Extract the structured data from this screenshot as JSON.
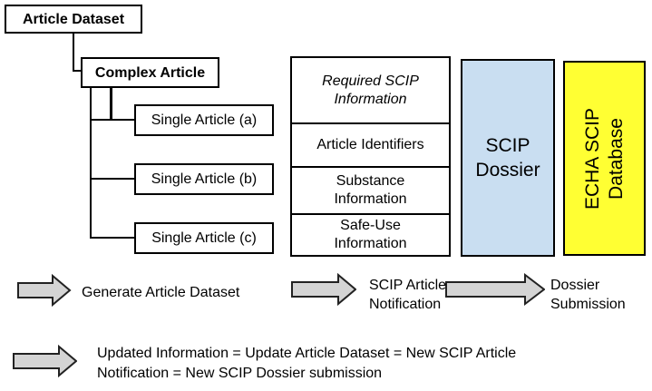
{
  "colors": {
    "dossier_fill": "#c9def1",
    "database_fill": "#ffff33",
    "arrow_fill": "#d4d4d4",
    "arrow_stroke": "#222222",
    "line_color": "#000000"
  },
  "tree": {
    "article_dataset": "Article Dataset",
    "complex_article": "Complex Article",
    "single_articles": [
      "Single Article (a)",
      "Single Article (b)",
      "Single Article (c)"
    ]
  },
  "scip_table": {
    "header": "Required SCIP Information",
    "rows": [
      "Article Identifiers",
      "Substance Information",
      "Safe-Use Information"
    ]
  },
  "scip_dossier_label": "SCIP Dossier",
  "echa_database_label": "ECHA SCIP Database",
  "flow_labels": {
    "step1": "Generate Article Dataset",
    "step2": "SCIP Article Notification",
    "step3": "Dossier Submission",
    "update_note_line1": "Updated Information = Update Article Dataset = New SCIP Article",
    "update_note_line2": "Notification = New SCIP Dossier submission"
  }
}
